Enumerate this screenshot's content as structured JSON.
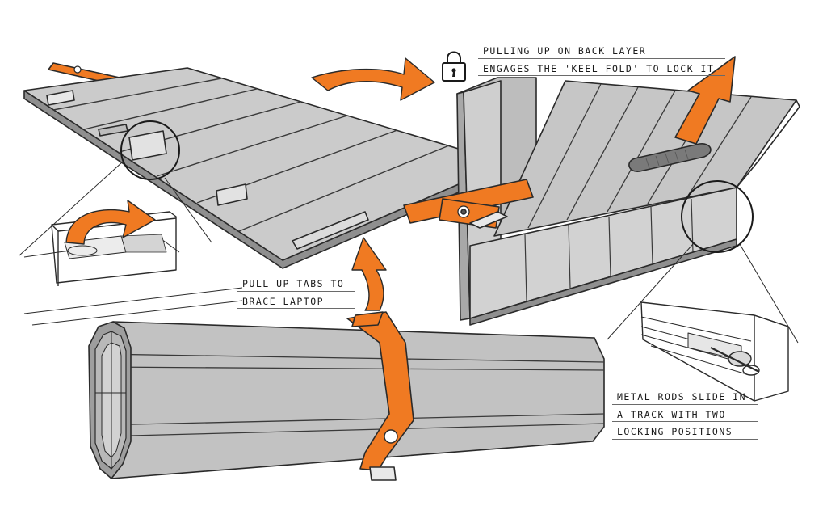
{
  "annotations": {
    "keel_fold": [
      "PULLING UP ON BACK LAYER",
      "ENGAGES THE 'KEEL FOLD' TO LOCK IT"
    ],
    "tabs": [
      "PULL UP TABS TO",
      "BRACE LAPTOP"
    ],
    "rods": [
      "METAL RODS SLIDE IN",
      "A TRACK WITH TWO",
      "LOCKING POSITIONS"
    ]
  },
  "icons": {
    "lock": "padlock-icon"
  },
  "colors": {
    "accent": "#f07a22",
    "panel": "#c8c8c8",
    "panel_light": "#d6d6d6",
    "panel_dark": "#9a9a9a",
    "ink": "#2a2a2a"
  }
}
